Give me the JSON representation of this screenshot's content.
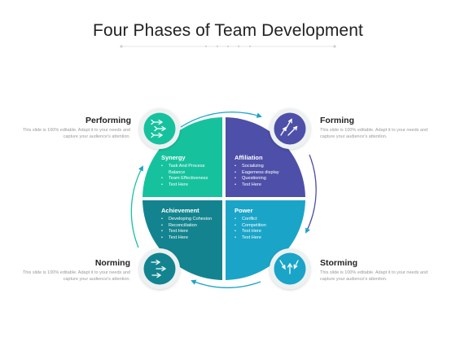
{
  "title": "Four Phases of Team Development",
  "colors": {
    "teal_green": "#16c29d",
    "indigo": "#4d4fa8",
    "dark_teal": "#13848f",
    "blue": "#1aa4c8",
    "arrow": "#1aa4c8"
  },
  "phases": {
    "performing": {
      "label": "Performing",
      "desc": "This slide is 100% editable. Adapt it to your needs and capture your audience's attention.",
      "icon": "arrows-icon"
    },
    "forming": {
      "label": "Forming",
      "desc": "This slide is 100% editable. Adapt it to your needs and capture your audience's attention.",
      "icon": "arrows-icon"
    },
    "norming": {
      "label": "Norming",
      "desc": "This slide is 100% editable. Adapt it to your needs and capture your audience's attention.",
      "icon": "arrows-icon"
    },
    "storming": {
      "label": "Storming",
      "desc": "This slide is 100% editable. Adapt it to your needs and capture your audience's attention.",
      "icon": "arrows-icon"
    }
  },
  "quadrants": {
    "synergy": {
      "title": "Synergy",
      "items": [
        "Task And Process Balance",
        "Team Effectiveness",
        "Text Here"
      ]
    },
    "affiliation": {
      "title": "Affiliation",
      "items": [
        "Socializing",
        "Eagerness display",
        "Questioning",
        "Text Here"
      ]
    },
    "achievement": {
      "title": "Achievement",
      "items": [
        "Developing Cohesion",
        "Reconciliation",
        "Text Here",
        "Text Here"
      ]
    },
    "power": {
      "title": "Power",
      "items": [
        "Conflict",
        "Competition",
        "Text Here",
        "Text Here"
      ]
    }
  }
}
